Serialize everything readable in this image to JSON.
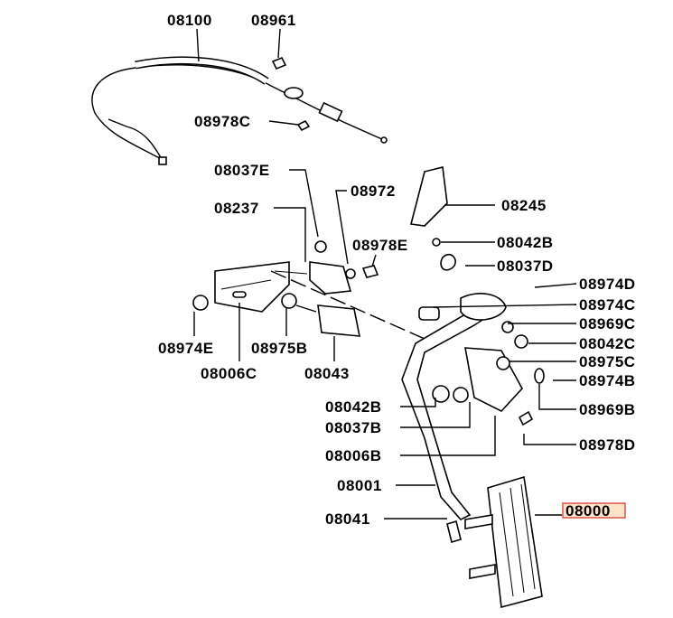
{
  "diagram": {
    "parts": {
      "p08100": "08100",
      "p08961": "08961",
      "p08978C": "08978C",
      "p08037E": "08037E",
      "p08972": "08972",
      "p08245": "08245",
      "p08237": "08237",
      "p08978E": "08978E",
      "p08042B_top": "08042B",
      "p08037D": "08037D",
      "p08974D": "08974D",
      "p08974C": "08974C",
      "p08969C": "08969C",
      "p08042C": "08042C",
      "p08975C": "08975C",
      "p08974B": "08974B",
      "p08969B": "08969B",
      "p08978D": "08978D",
      "p08974E": "08974E",
      "p08975B": "08975B",
      "p08006C": "08006C",
      "p08043": "08043",
      "p08042B_mid": "08042B",
      "p08037B": "08037B",
      "p08006B": "08006B",
      "p08001": "08001",
      "p08041": "08041",
      "p08000": "08000"
    },
    "highlight_color": "#d9534f"
  }
}
